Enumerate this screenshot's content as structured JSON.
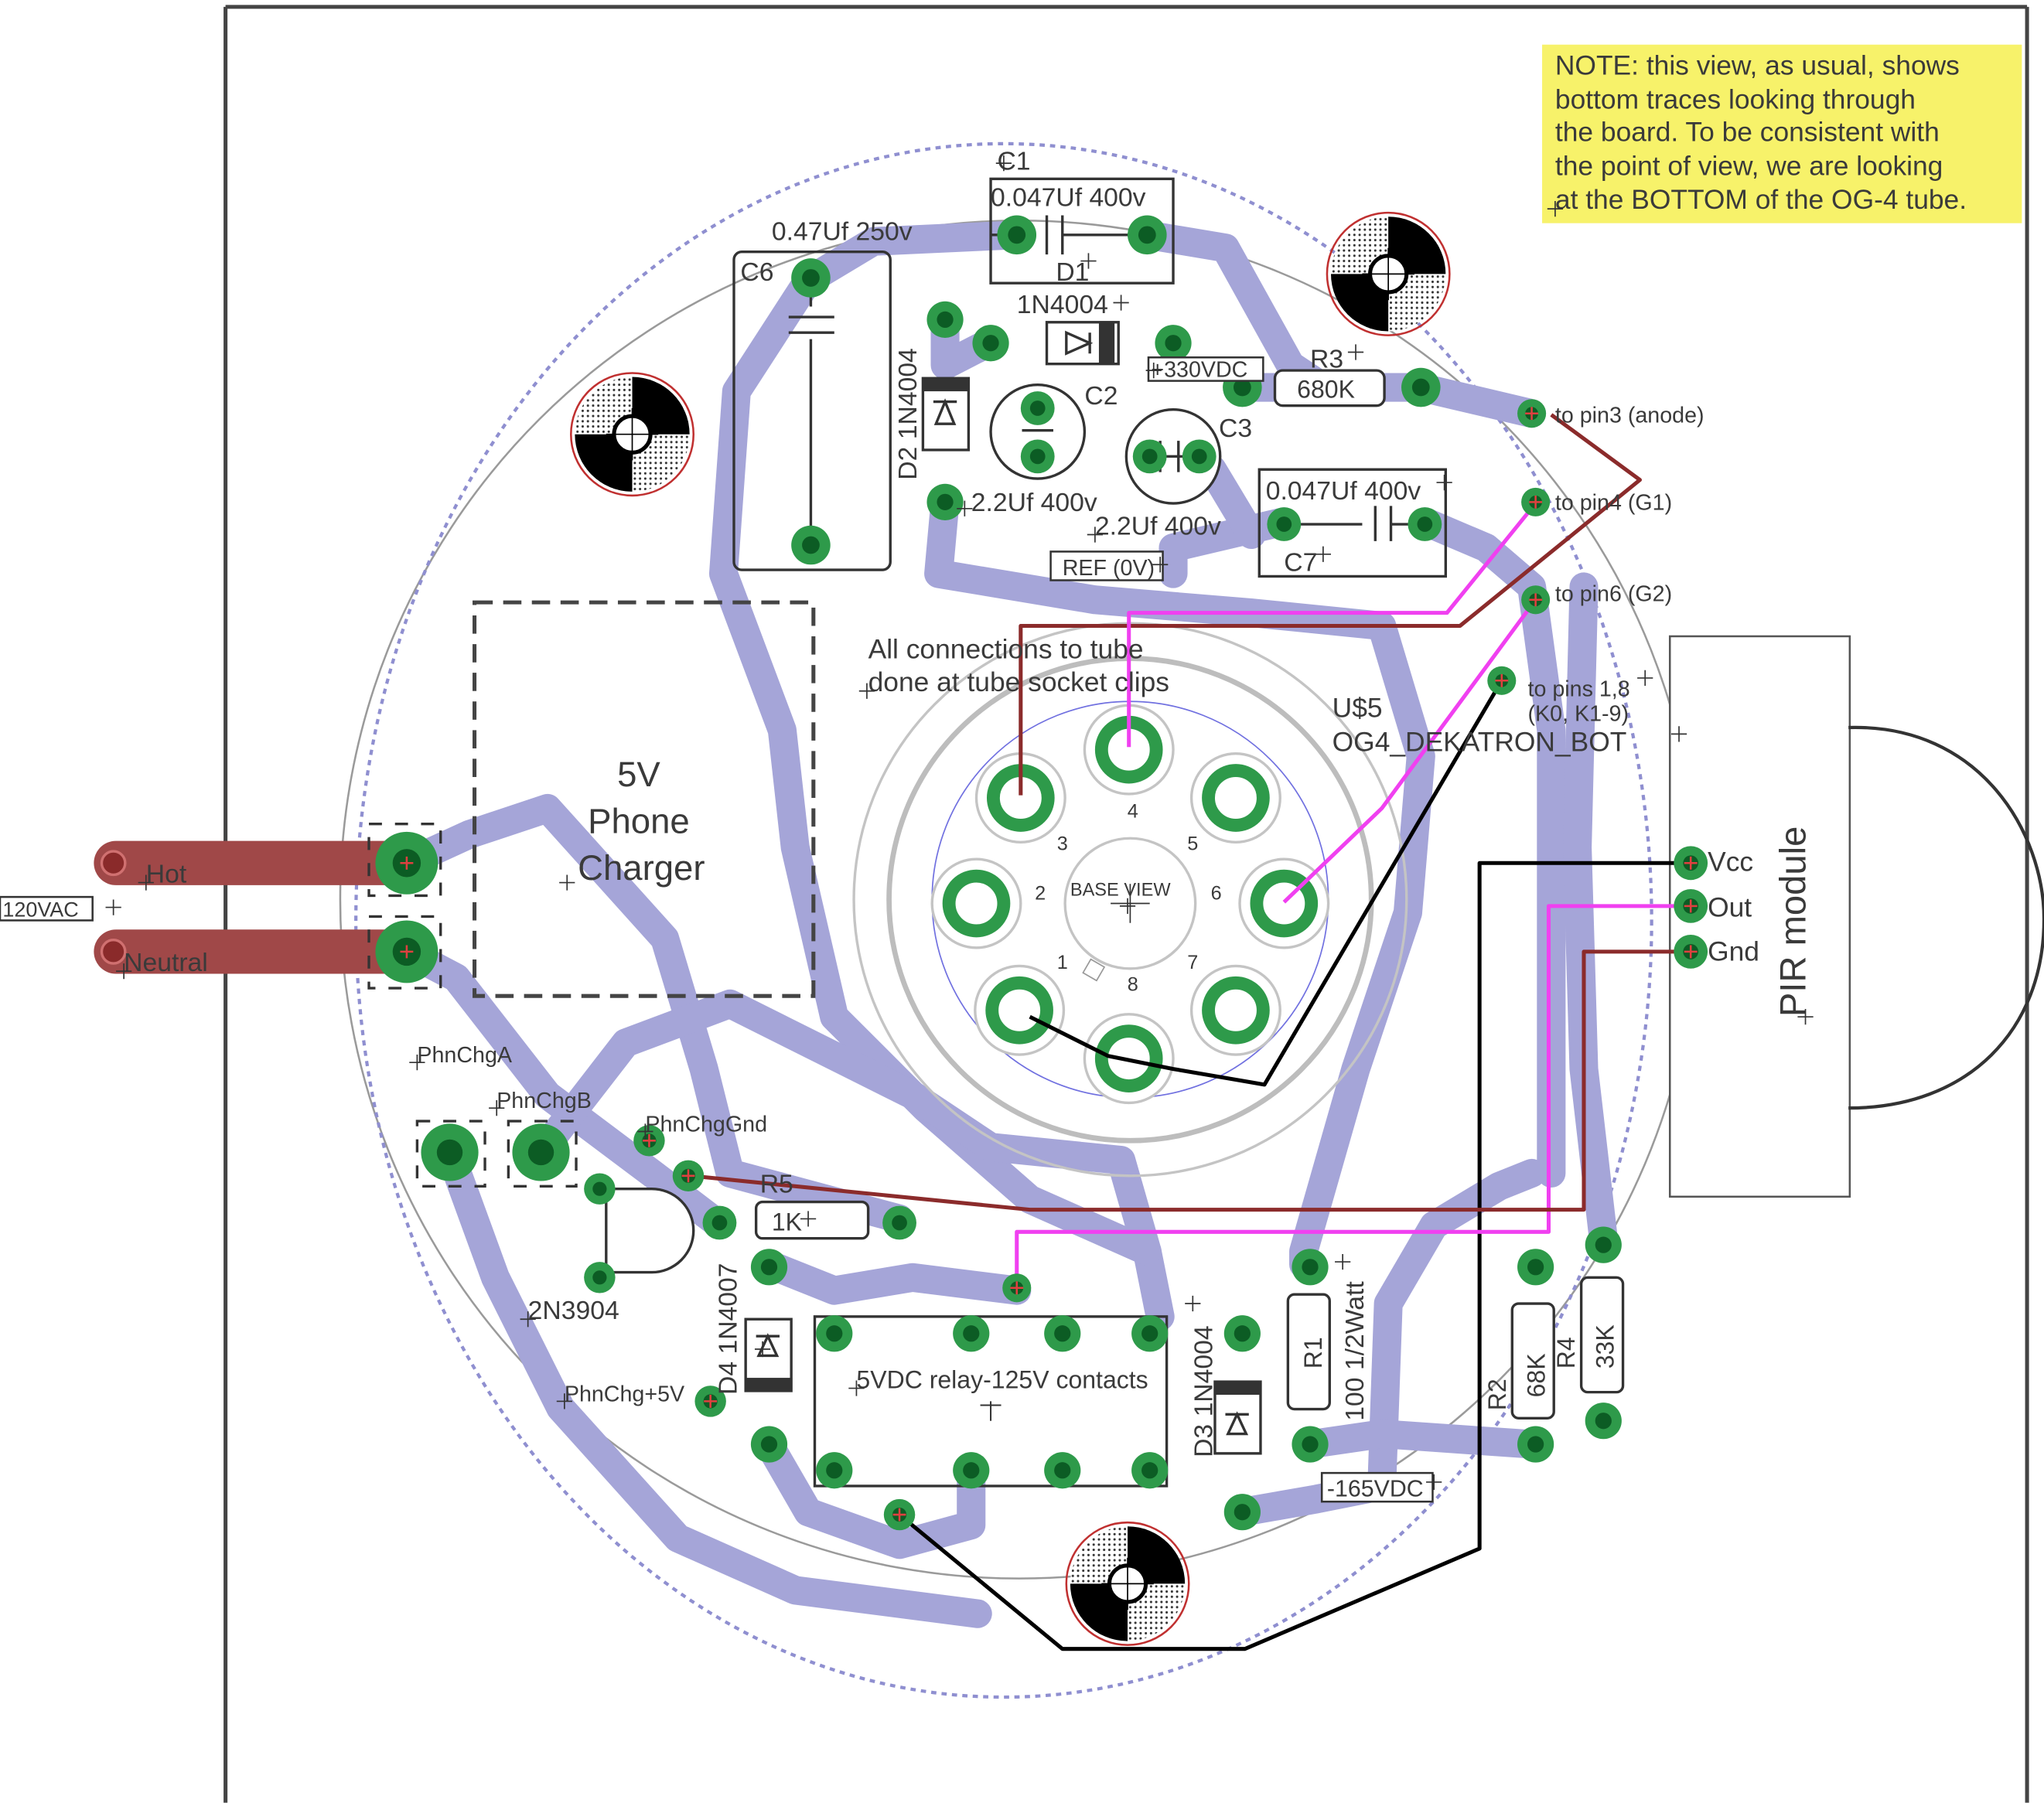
{
  "note": {
    "lines": [
      "NOTE: this view, as usual, shows",
      "bottom traces looking through",
      "the board.  To be consistent with",
      "the point of view, we are looking",
      "at the BOTTOM of the OG-4 tube."
    ]
  },
  "ac_input": {
    "voltage": "120VAC",
    "hot": "Hot",
    "neutral": "Neutral"
  },
  "charger": {
    "line1": "5V",
    "line2": "Phone",
    "line3": "Charger"
  },
  "phone_pads": {
    "a": "PhnChgA",
    "b": "PhnChgB",
    "gnd": "PhnChgGnd",
    "plus5": "PhnChg+5V"
  },
  "components": {
    "c1_name": "C1",
    "c1_value": "0.047Uf 400v",
    "c6_name": "C6",
    "c6_value": "0.47Uf 250v",
    "d1_name": "D1",
    "d1_value": "1N4004",
    "d2_name": "D2",
    "d2_value": "1N4004",
    "c2_name": "C2",
    "c2_value": "2.2Uf 400v",
    "c3_name": "C3",
    "c3_value": "2.2Uf 400v",
    "r3_name": "R3",
    "r3_value": "680K",
    "c7_name": "C7",
    "c7_value": "0.047Uf 400v",
    "r5_name": "R5",
    "r5_value": "1K",
    "q_value": "2N3904",
    "d4_name": "D4",
    "d4_value": "1N4007",
    "relay": "5VDC relay-125V contacts",
    "d3_name": "D3",
    "d3_value": "1N4004",
    "r1_name": "R1",
    "r1_value": "100 1/2Watt",
    "r2_name": "R2",
    "r2_value": "68K",
    "r4_name": "R4",
    "r4_value": "33K"
  },
  "voltages": {
    "hv": "+330VDC",
    "ref": "REF (0V)",
    "neg": "-165VDC"
  },
  "tube": {
    "name": "U$5",
    "part": "OG4_DEKATRON_BOT",
    "note_line1": "All connections to tube",
    "note_line2": "done at tube socket clips",
    "base_view": "BASE VIEW",
    "pins": [
      "1",
      "2",
      "3",
      "4",
      "5",
      "6",
      "7",
      "8"
    ]
  },
  "pin_labels": {
    "p3": "to pin3 (anode)",
    "p4": "to pin4 (G1)",
    "p6": "to pin6 (G2)",
    "p18_line1": "to pins 1,8",
    "p18_line2": "(K0, K1-9)"
  },
  "pir": {
    "title": "PIR module",
    "vcc": "Vcc",
    "out": "Out",
    "gnd": "Gnd"
  },
  "colors": {
    "trace": "#a5a5d8",
    "pad": "#2e9a4a",
    "pad_dark": "#0c5c24",
    "ac_trace": "#a04848",
    "wire_red": "#8b2b2b",
    "wire_magenta": "#f040f0",
    "wire_black": "#000000",
    "note_bg": "#f7f26a"
  }
}
